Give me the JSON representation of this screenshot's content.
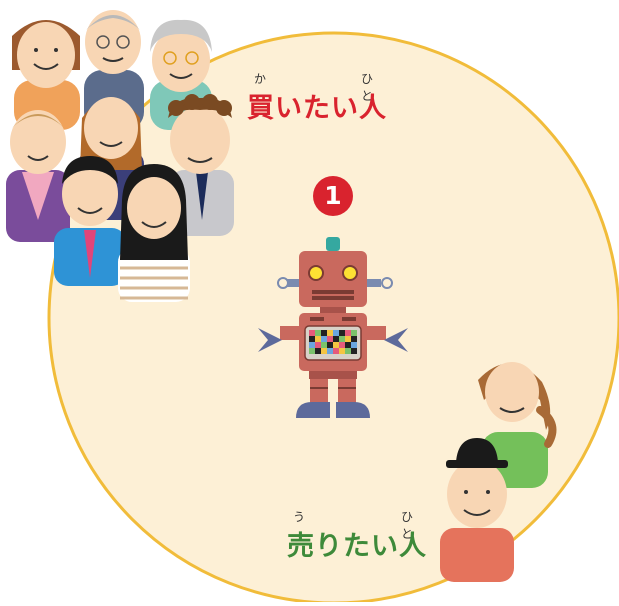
{
  "buyer": {
    "label": "買いたい人",
    "ruby_left": "か",
    "ruby_right": "ひと"
  },
  "seller": {
    "label": "売りたい人",
    "ruby_left": "う",
    "ruby_right": "ひと"
  },
  "step": {
    "number": "1"
  },
  "colors": {
    "circle_fill": "#fdf0d6",
    "circle_stroke": "#f1bc3a",
    "buyer_text": "#d9232e",
    "seller_text": "#3e8a3a",
    "badge": "#d9232e",
    "robot_body": "#c9695e"
  }
}
